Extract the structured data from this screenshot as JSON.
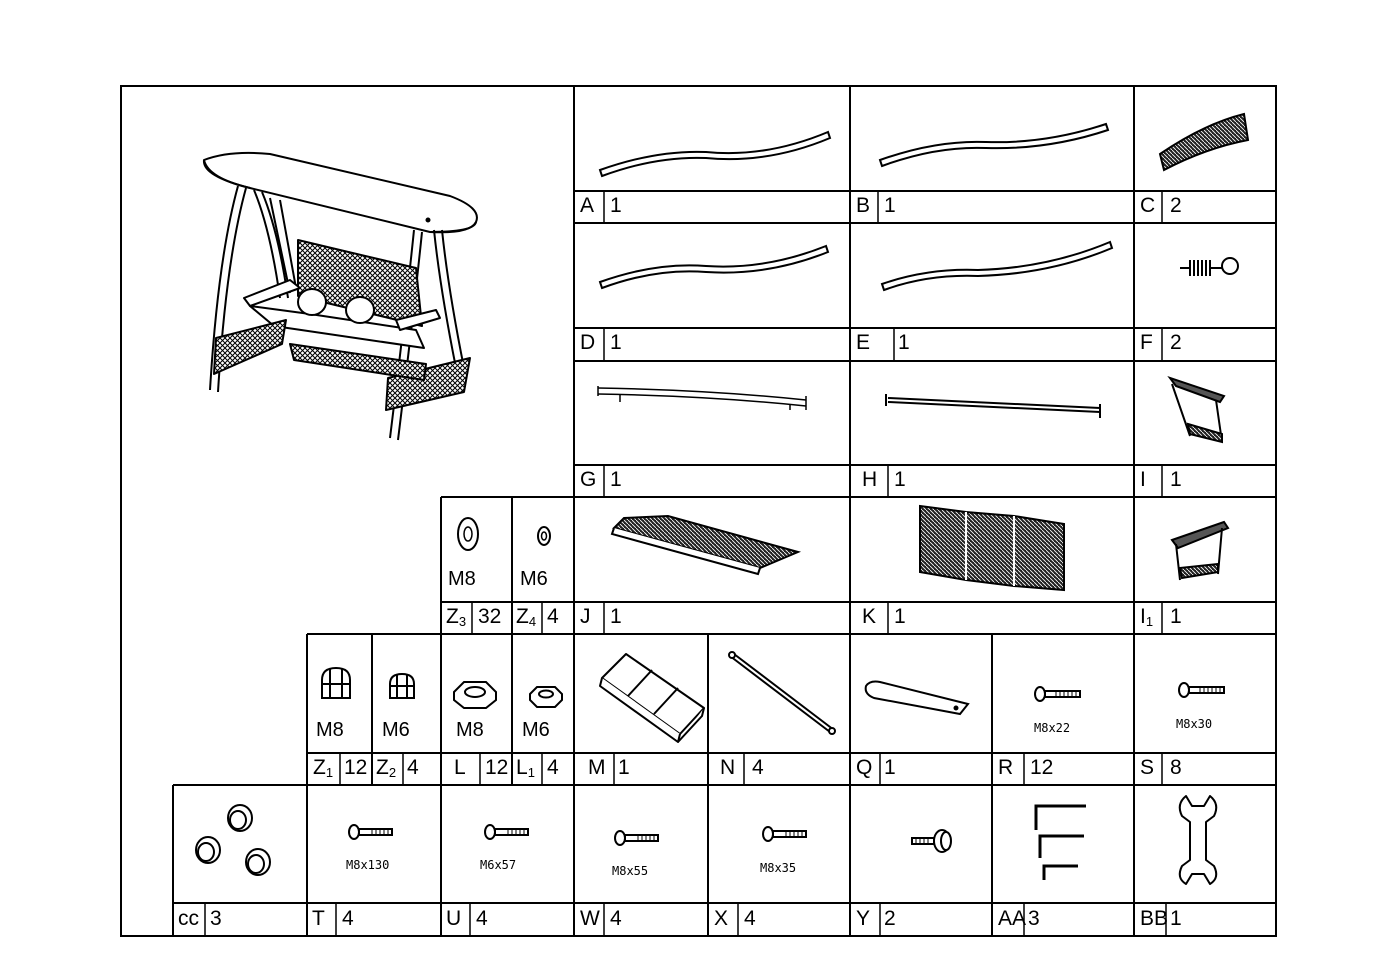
{
  "parts": [
    {
      "id": "A",
      "letter": "A",
      "qty": "1"
    },
    {
      "id": "B",
      "letter": "B",
      "qty": "1"
    },
    {
      "id": "C",
      "letter": "C",
      "qty": "2"
    },
    {
      "id": "D",
      "letter": "D",
      "qty": "1"
    },
    {
      "id": "E",
      "letter": "E",
      "qty": "1"
    },
    {
      "id": "F",
      "letter": "F",
      "qty": "2"
    },
    {
      "id": "G",
      "letter": "G",
      "qty": "1"
    },
    {
      "id": "H",
      "letter": "H",
      "qty": "1"
    },
    {
      "id": "I",
      "letter": "I",
      "qty": "1"
    },
    {
      "id": "Z3",
      "letter": "Z",
      "sub": "3",
      "qty": "32",
      "size": "M8"
    },
    {
      "id": "Z4",
      "letter": "Z",
      "sub": "4",
      "qty": "4",
      "size": "M6"
    },
    {
      "id": "J",
      "letter": "J",
      "qty": "1"
    },
    {
      "id": "K",
      "letter": "K",
      "qty": "1"
    },
    {
      "id": "I1",
      "letter": "I",
      "sub": "1",
      "qty": "1"
    },
    {
      "id": "Z1",
      "letter": "Z",
      "sub": "1",
      "qty": "12",
      "size": "M8"
    },
    {
      "id": "Z2",
      "letter": "Z",
      "sub": "2",
      "qty": "4",
      "size": "M6"
    },
    {
      "id": "L",
      "letter": "L",
      "qty": "12",
      "size": "M8"
    },
    {
      "id": "L1",
      "letter": "L",
      "sub": "1",
      "qty": "4",
      "size": "M6"
    },
    {
      "id": "M",
      "letter": "M",
      "qty": "1"
    },
    {
      "id": "N",
      "letter": "N",
      "qty": "4"
    },
    {
      "id": "Q",
      "letter": "Q",
      "qty": "1"
    },
    {
      "id": "R",
      "letter": "R",
      "qty": "12",
      "size": "M8x22"
    },
    {
      "id": "S",
      "letter": "S",
      "qty": "8",
      "size": "M8x30"
    },
    {
      "id": "cc",
      "letter": "cc",
      "qty": "3"
    },
    {
      "id": "T",
      "letter": "T",
      "qty": "4",
      "size": "M8x130"
    },
    {
      "id": "U",
      "letter": "U",
      "qty": "4",
      "size": "M6x57"
    },
    {
      "id": "W",
      "letter": "W",
      "qty": "4",
      "size": "M8x55"
    },
    {
      "id": "X",
      "letter": "X",
      "qty": "4",
      "size": "M8x35"
    },
    {
      "id": "Y",
      "letter": "Y",
      "qty": "2"
    },
    {
      "id": "AA",
      "letter": "AA",
      "qty": "3"
    },
    {
      "id": "BB",
      "letter": "BB",
      "qty": "1"
    }
  ]
}
